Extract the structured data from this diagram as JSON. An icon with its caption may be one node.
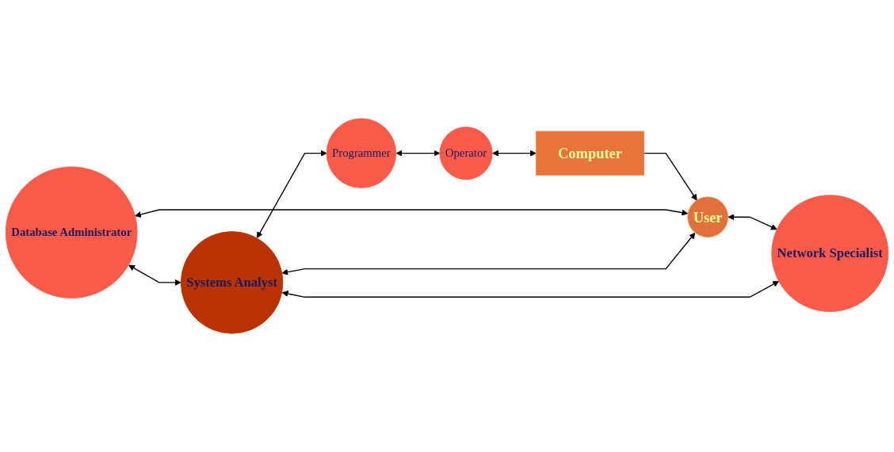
{
  "diagram": {
    "nodes": [
      {
        "text": [
          "Database Administrator"
        ]
      },
      {
        "text": [
          "User"
        ]
      },
      {
        "text": [
          "Systems Analyst"
        ]
      },
      {
        "text": [
          "Programmer"
        ]
      },
      {
        "text": [
          "Operator"
        ]
      },
      {
        "text": [
          "Computer"
        ]
      },
      {
        "text": [
          "Network Specialist"
        ]
      }
    ],
    "edges": [
      {
        "from": 1,
        "to": 0,
        "arrow": "both"
      },
      {
        "from": 0,
        "to": 2,
        "arrow": "both"
      },
      {
        "from": 1,
        "to": 2,
        "arrow": "both"
      },
      {
        "from": 2,
        "to": 3,
        "arrow": "both"
      },
      {
        "from": 3,
        "to": 4,
        "arrow": "both"
      },
      {
        "from": 4,
        "to": 5,
        "arrow": "both"
      },
      {
        "from": 1,
        "to": 6,
        "arrow": "both"
      },
      {
        "from": 2,
        "to": 6,
        "arrow": "both"
      },
      {
        "from": 5,
        "to": 1,
        "arrow": "to"
      }
    ]
  }
}
